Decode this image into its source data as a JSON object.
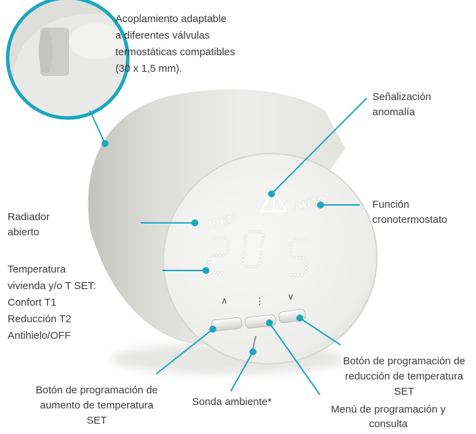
{
  "device": {
    "open_label": "OPEN",
    "auto_label": "AUTO",
    "display_digits": [
      "2",
      "0",
      "5"
    ],
    "button_up_symbol": "∧",
    "button_menu_symbol": "⋮",
    "button_down_symbol": "∨"
  },
  "callouts": {
    "coupling": {
      "lines": [
        "Acoplamiento adaptable",
        "a diferentes válvulas",
        "termostáticas compatibles",
        "(30 x 1,5 mm)."
      ]
    },
    "anomaly": {
      "lines": [
        "Señalización",
        "anomalía"
      ]
    },
    "radiator_open": {
      "lines": [
        "Radiador",
        "abierto"
      ]
    },
    "chrono": {
      "lines": [
        "Función",
        "cronotermostato"
      ]
    },
    "temperature": {
      "lines": [
        "Temperatura",
        "vivienda y/o T SET:",
        "Confort T1",
        "Reducción T2",
        "Antihielo/OFF"
      ]
    },
    "btn_down": {
      "lines": [
        "Botón de programación de",
        "reducción de temperatura",
        "SET"
      ]
    },
    "btn_up": {
      "lines": [
        "Botón de programación de",
        "aumento de temperatura",
        "SET"
      ]
    },
    "sensor": {
      "lines": [
        "Sonda ambiente*"
      ]
    },
    "menu": {
      "lines": [
        "Menú de programación y",
        "consulta"
      ]
    }
  },
  "colors": {
    "accent": "#1aa6bf",
    "body_light": "#f4f4f2",
    "body_dark": "#c9c9c6",
    "dots": "#ffffff",
    "text": "#3a3a3a"
  }
}
